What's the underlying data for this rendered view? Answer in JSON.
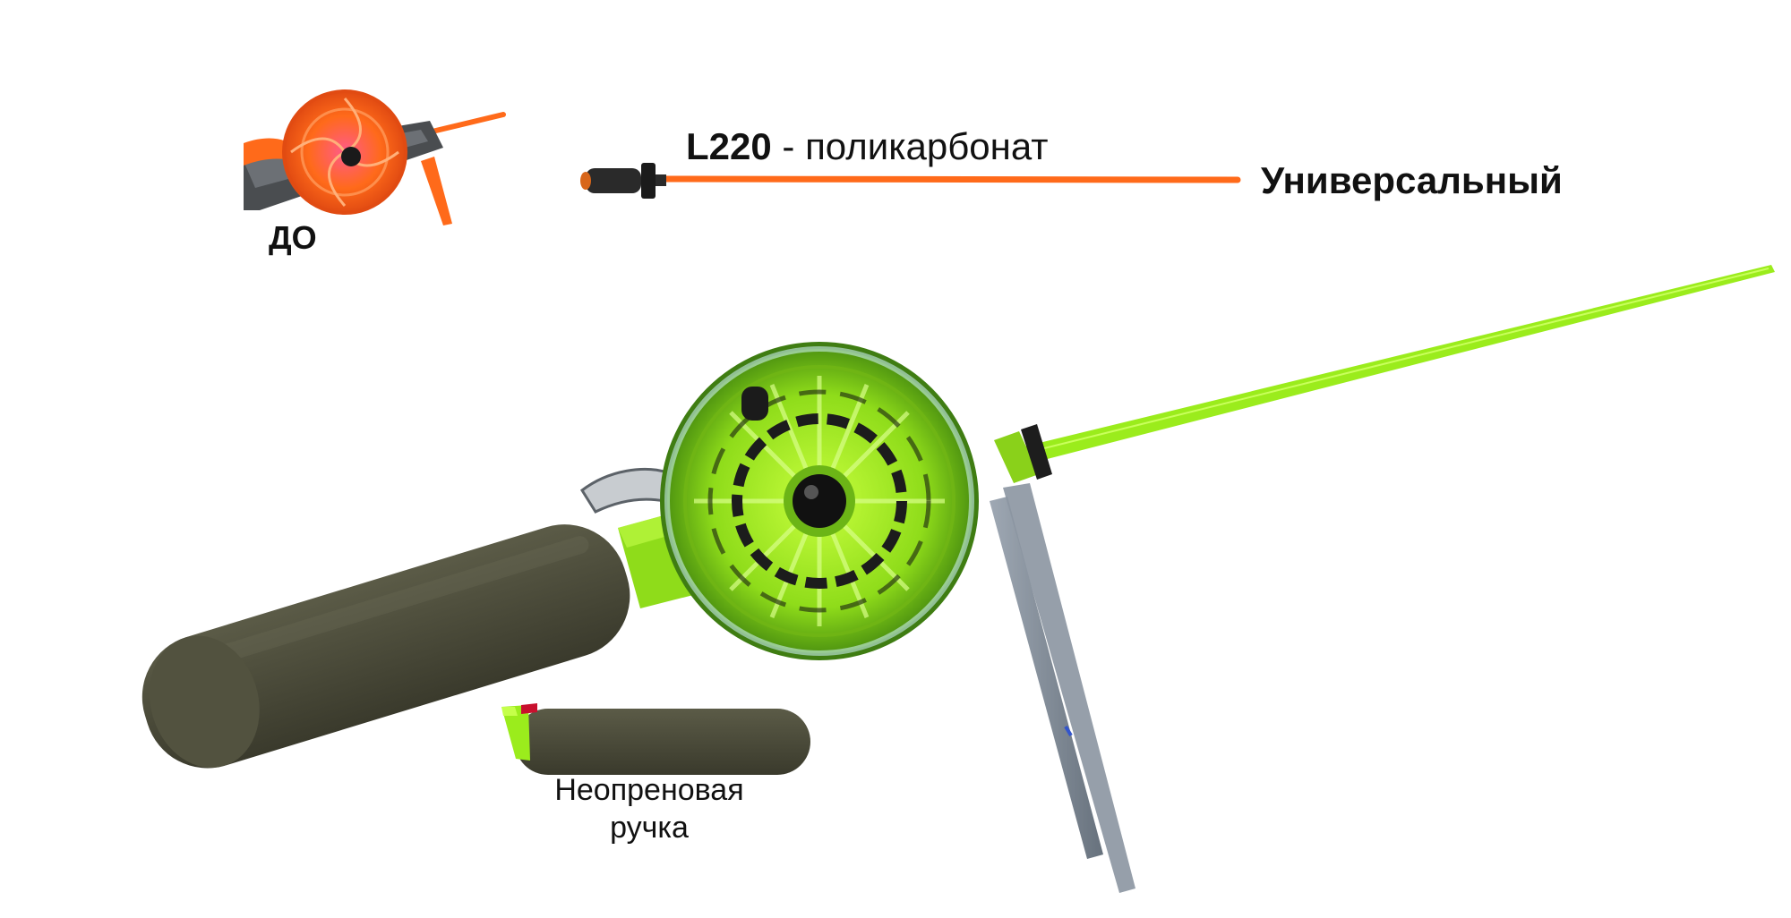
{
  "labels": {
    "before": "ДО",
    "model_code": "L220",
    "model_separator": " - ",
    "model_material": "поликарбонат",
    "type": "Универсальный",
    "handle_line1": "Неопреновая",
    "handle_line2": "ручка"
  },
  "objects": {
    "small_reel_icon": "orange-reel-icon",
    "orange_rod_icon": "orange-rod-tip-icon",
    "main_rod_icon": "green-ice-fishing-rod-icon",
    "handle_icon": "neoprene-handle-icon"
  },
  "colors": {
    "orange": "#ff6a1a",
    "orange_dark": "#e14b12",
    "green": "#9bec1c",
    "green_dark": "#5aa514",
    "neoprene": "#4b4b39",
    "text": "#111111"
  }
}
